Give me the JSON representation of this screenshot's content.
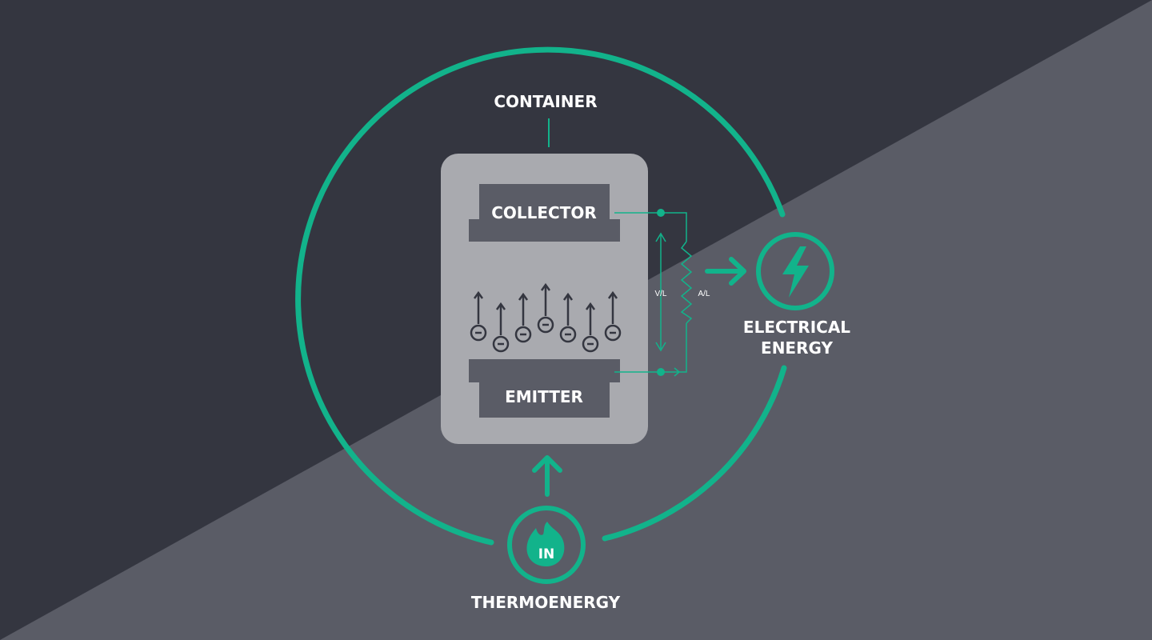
{
  "colors": {
    "bg_dark": "#343640",
    "bg_light": "#5a5c66",
    "accent": "#12b38b",
    "container": "#a9aaaf",
    "plate": "#5a5c66",
    "electron": "#343640"
  },
  "labels": {
    "container": "CONTAINER",
    "collector": "COLLECTOR",
    "emitter": "EMITTER",
    "voltage": "V/L",
    "current": "A/L",
    "electrical_line1": "ELECTRICAL",
    "electrical_line2": "ENERGY",
    "in": "IN",
    "thermoenergy": "THERMOENERGY"
  },
  "electrons": {
    "count": 7,
    "symbol": "−"
  },
  "icons": {
    "lightning": "lightning-bolt-icon",
    "flame": "flame-icon"
  }
}
